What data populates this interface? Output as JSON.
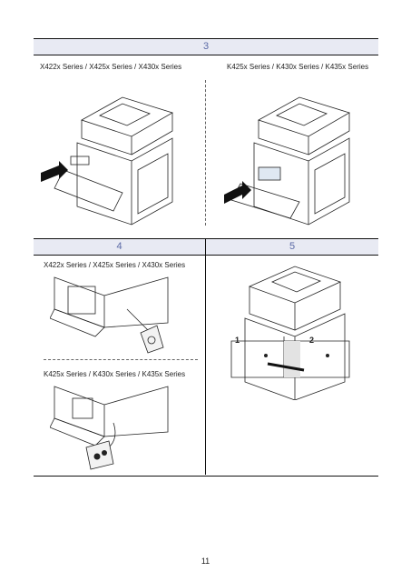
{
  "steps": {
    "s3": "3",
    "s4": "4",
    "s5": "5"
  },
  "labels": {
    "series_x": "X422x Series / X425x Series / X430x Series",
    "series_k": "K425x Series / K430x Series / K435x Series",
    "callout_1": "1",
    "callout_2": "2"
  },
  "page_number": "11",
  "colors": {
    "header_bg": "#e8eaf3",
    "header_text": "#5b6aa6"
  }
}
